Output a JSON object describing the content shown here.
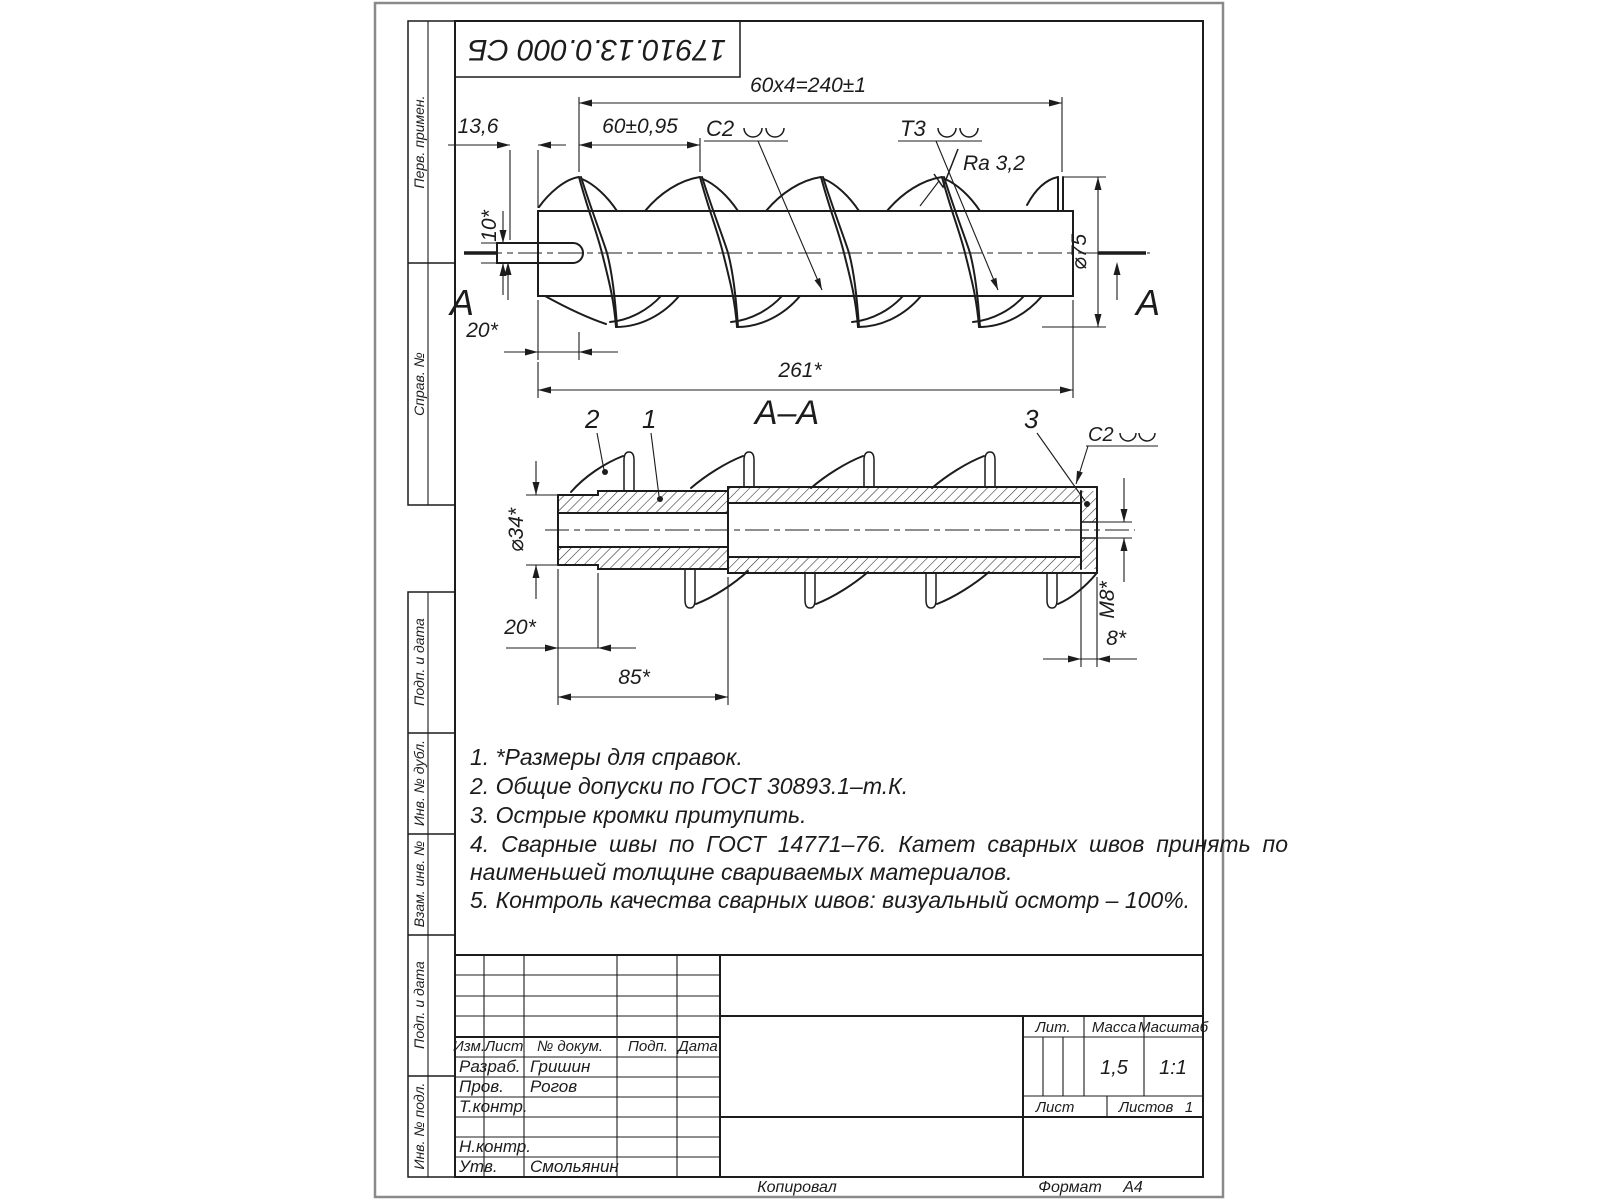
{
  "doc_number": "17910.13.0.000 СБ",
  "margin": {
    "perv": "Перв. примен.",
    "sprav": "Справ. №",
    "podp1": "Подп. и дата",
    "inv_dubl": "Инв. № дубл.",
    "vzam": "Взам. инв. №",
    "podp2": "Подп. и дата",
    "inv_podl": "Инв. № подл."
  },
  "main_view": {
    "dim_pitch_total": "60x4=240±1",
    "dim_pitch": "60±0,95",
    "dim_13_6": "13,6",
    "dim_10": "10*",
    "dim_20": "20*",
    "dim_261": "261*",
    "dim_d75": "⌀75",
    "roughness": "Ra 3,2",
    "weld_c2": "C2",
    "weld_t3": "Т3",
    "section_letter": "А"
  },
  "section_view": {
    "title": "А–А",
    "dim_d34": "⌀34*",
    "dim_20": "20*",
    "dim_85": "85*",
    "dim_m8": "М8*",
    "dim_8": "8*",
    "weld_c2": "C2",
    "pos_1": "1",
    "pos_2": "2",
    "pos_3": "3"
  },
  "notes": {
    "n1": "1.  *Размеры для справок.",
    "n2": "2.  Общие допуски по ГОСТ 30893.1–т.К.",
    "n3": "3.  Острые кромки притупить.",
    "n4a": "4.  Сварные швы по ГОСТ 14771–76. Катет сварных швов принять по",
    "n4b": "наименьшей толщине свариваемых материалов.",
    "n5": "5.  Контроль качества сварных швов: визуальный осмотр – 100%."
  },
  "title_block": {
    "h_izm": "Изм.",
    "h_list": "Лист",
    "h_ndok": "№ докум.",
    "h_podp": "Подп.",
    "h_data": "Дата",
    "r1_role": "Разраб.",
    "r1_name": "Гришин",
    "r2_role": "Пров.",
    "r2_name": "Рогов",
    "r3_role": "Т.контр.",
    "r5_role": "Н.контр.",
    "r6_role": "Утв.",
    "r6_name": "Смольянин",
    "lit_label": "Лит.",
    "mass_label": "Масса",
    "scale_label": "Масштаб",
    "mass_value": "1,5",
    "scale_value": "1:1",
    "sheet_label": "Лист",
    "sheets_label": "Листов",
    "sheets_value": "1"
  },
  "footer": {
    "copied": "Копировал",
    "format_label": "Формат",
    "format_value": "А4"
  }
}
